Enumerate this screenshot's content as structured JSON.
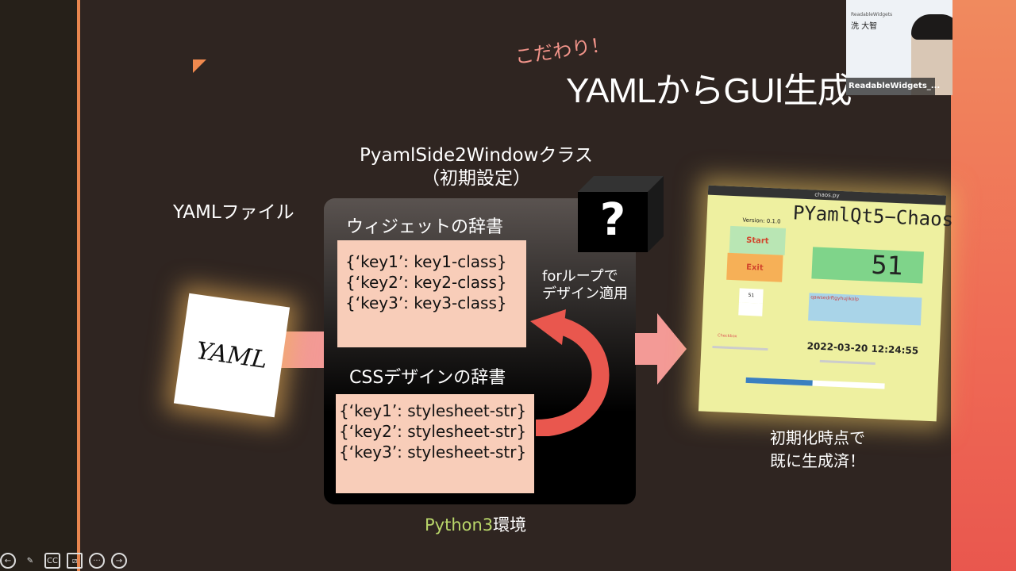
{
  "slide": {
    "accent_tag": "こだわり！",
    "title": "YAMLからGUI生成",
    "class_name": "PyamlSide2Windowクラス",
    "class_sub": "（初期設定）",
    "yaml_file_label": "YAMLファイル",
    "doc_text": "YAML",
    "widget_dict_title": "ウィジェットの辞書",
    "widget_dict": [
      "{‘key1’: key1-class}",
      "{‘key2’: key2-class}",
      "{‘key3’: key3-class}"
    ],
    "css_dict_title": "CSSデザインの辞書",
    "css_dict": [
      "{‘key1’: stylesheet-str}",
      "{‘key2’: stylesheet-str}",
      "{‘key3’: stylesheet-str}"
    ],
    "cube_symbol": "?",
    "loop_label": [
      "forループで",
      "デザイン適用"
    ],
    "env_py": "Python3",
    "env_suffix": "環境",
    "note": [
      "初期化時点で",
      "既に生成済！"
    ]
  },
  "app": {
    "window_title": "chaos.py",
    "heading": "PYamlQt5−Chaos",
    "version": "Version: 0.1.0",
    "start": "Start",
    "exit": "Exit",
    "lcd": "51",
    "spin": "51",
    "text": "qawsedrftgyhujikolp",
    "checkbox": "Checkbox",
    "datetime": "2022-03-20 12:24:55",
    "progress": 0.48
  },
  "video": {
    "name": "ReadableWidgets_...",
    "bg_brand": "ReadableWidgets",
    "bg_person": "洗 大智"
  },
  "toolbar": [
    "back",
    "pen",
    "captions",
    "video-off",
    "more",
    "forward"
  ]
}
